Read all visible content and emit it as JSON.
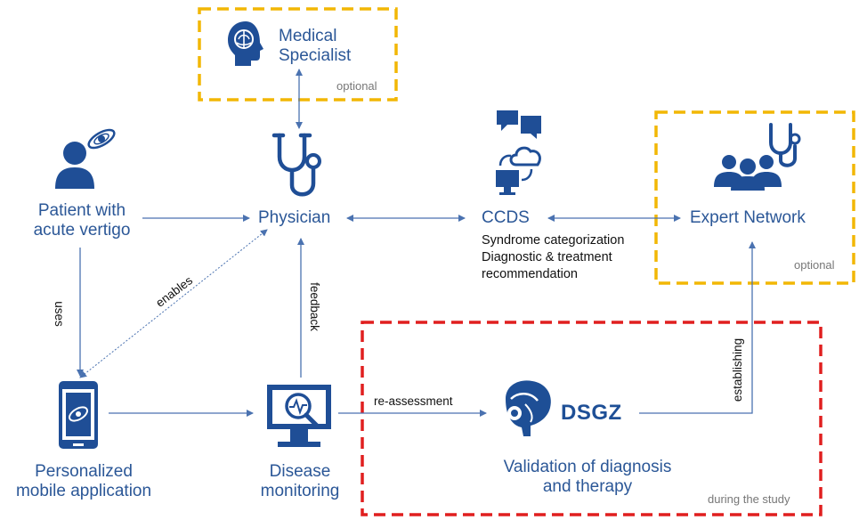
{
  "nodes": {
    "medical_specialist": {
      "line1": "Medical",
      "line2": "Specialist",
      "tag": "optional"
    },
    "patient": {
      "line1": "Patient with",
      "line2": "acute vertigo"
    },
    "physician": {
      "label": "Physician"
    },
    "ccds": {
      "label": "CCDS",
      "detail1": "Syndrome categorization",
      "detail2": "Diagnostic & treatment",
      "detail3": "recommendation"
    },
    "expert_network": {
      "label": "Expert Network",
      "tag": "optional"
    },
    "mobile_app": {
      "line1": "Personalized",
      "line2": "mobile application"
    },
    "disease_monitoring": {
      "line1": "Disease",
      "line2": "monitoring"
    },
    "dsgz": {
      "logo": "DSGZ",
      "line1": "Validation of diagnosis",
      "line2": "and therapy",
      "tag": "during the study"
    }
  },
  "edges": {
    "uses": "uses",
    "enables": "enables",
    "feedback": "feedback",
    "reassessment": "re-assessment",
    "establishing": "establishing"
  },
  "colors": {
    "primary": "#2b5797",
    "icon": "#1f4e96",
    "optional_border": "#f2b705",
    "study_border": "#e01f1f",
    "arrow": "#4a72b0"
  },
  "icons": [
    "brain-head-icon",
    "stethoscope-icon",
    "patient-icon",
    "chat-cloud-computer-icon",
    "team-stethoscope-icon",
    "smartphone-eye-icon",
    "monitor-search-icon",
    "brain-logo-icon"
  ]
}
